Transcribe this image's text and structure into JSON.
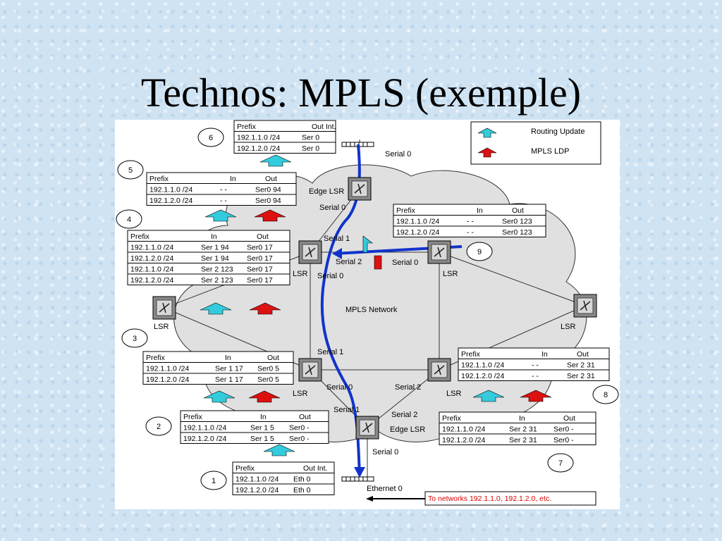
{
  "title": "Technos: MPLS (exemple)",
  "legend": {
    "routing_update": "Routing Update",
    "mpls_ldp": "MPLS LDP"
  },
  "cloud_label": "MPLS Network",
  "routers": {
    "edge_top": "Edge LSR",
    "lsr_upper_left": "LSR",
    "lsr_upper_right": "LSR",
    "lsr_far_left": "LSR",
    "lsr_far_right": "LSR",
    "lsr_lower_left": "LSR",
    "lsr_lower_right": "LSR",
    "edge_bottom": "Edge LSR"
  },
  "interfaces": {
    "serial0_top": "Serial 0",
    "serial0_edge_top": "Serial 0",
    "serial1_ul": "Serial 1",
    "serial2_ul": "Serial 2",
    "serial0_ul": "Serial 0",
    "serial0_ur": "Serial 0",
    "serial1_ll": "Serial 1",
    "serial0_ll": "Serial 0",
    "serial2_lr": "Serial 2",
    "serial1_eb": "Serial 1",
    "serial2_eb": "Serial 2",
    "serial0_eb": "Serial 0",
    "ethernet0": "Ethernet 0"
  },
  "destination": "To networks 192.1.1.0, 192.1.2.0, etc.",
  "steps": [
    "1",
    "2",
    "3",
    "4",
    "5",
    "6",
    "7",
    "8",
    "9"
  ],
  "tables": {
    "t1": {
      "headers": [
        "Prefix",
        "Out Int."
      ],
      "rows": [
        [
          "192.1.1.0 /24",
          "Eth 0"
        ],
        [
          "192.1.2.0 /24",
          "Eth 0"
        ]
      ]
    },
    "t2": {
      "headers": [
        "Prefix",
        "In",
        "Out"
      ],
      "rows": [
        [
          "192.1.1.0 /24",
          "Ser 1  5",
          "Ser0  -"
        ],
        [
          "192.1.2.0 /24",
          "Ser 1  5",
          "Ser0  -"
        ]
      ]
    },
    "t3": {
      "headers": [
        "Prefix",
        "In",
        "Out"
      ],
      "rows": [
        [
          "192.1.1.0 /24",
          "Ser 1  17",
          "Ser0  5"
        ],
        [
          "192.1.2.0 /24",
          "Ser 1  17",
          "Ser0  5"
        ]
      ]
    },
    "t4": {
      "headers": [
        "Prefix",
        "In",
        "Out"
      ],
      "rows": [
        [
          "192.1.1.0 /24",
          "Ser 1  94",
          "Ser0  17"
        ],
        [
          "192.1.2.0 /24",
          "Ser 1  94",
          "Ser0  17"
        ],
        [
          "192.1.1.0 /24",
          "Ser 2  123",
          "Ser0  17"
        ],
        [
          "192.1.2.0 /24",
          "Ser 2  123",
          "Ser0  17"
        ]
      ]
    },
    "t5": {
      "headers": [
        "Prefix",
        "In",
        "Out"
      ],
      "rows": [
        [
          "192.1.1.0 /24",
          "-   -",
          "Ser0  94"
        ],
        [
          "192.1.2.0 /24",
          "-   -",
          "Ser0  94"
        ]
      ]
    },
    "t6": {
      "headers": [
        "Prefix",
        "Out Int."
      ],
      "rows": [
        [
          "192.1.1.0 /24",
          "Ser 0"
        ],
        [
          "192.1.2.0 /24",
          "Ser 0"
        ]
      ]
    },
    "t7": {
      "headers": [
        "Prefix",
        "In",
        "Out"
      ],
      "rows": [
        [
          "192.1.1.0 /24",
          "Ser 2  31",
          "Ser0  -"
        ],
        [
          "192.1.2.0 /24",
          "Ser 2  31",
          "Ser0  -"
        ]
      ]
    },
    "t8": {
      "headers": [
        "Prefix",
        "In",
        "Out"
      ],
      "rows": [
        [
          "192.1.1.0 /24",
          "-   -",
          "Ser 2  31"
        ],
        [
          "192.1.2.0 /24",
          "-   -",
          "Ser 2  31"
        ]
      ]
    },
    "t9": {
      "headers": [
        "Prefix",
        "In",
        "Out"
      ],
      "rows": [
        [
          "192.1.1.0 /24",
          "-   -",
          "Ser0  123"
        ],
        [
          "192.1.2.0 /24",
          "-   -",
          "Ser0  123"
        ]
      ]
    }
  },
  "colors": {
    "routing_update": "#33ccdd",
    "mpls_ldp": "#dd1111",
    "path": "#1133cc",
    "cloud": "#e0e0e0"
  }
}
